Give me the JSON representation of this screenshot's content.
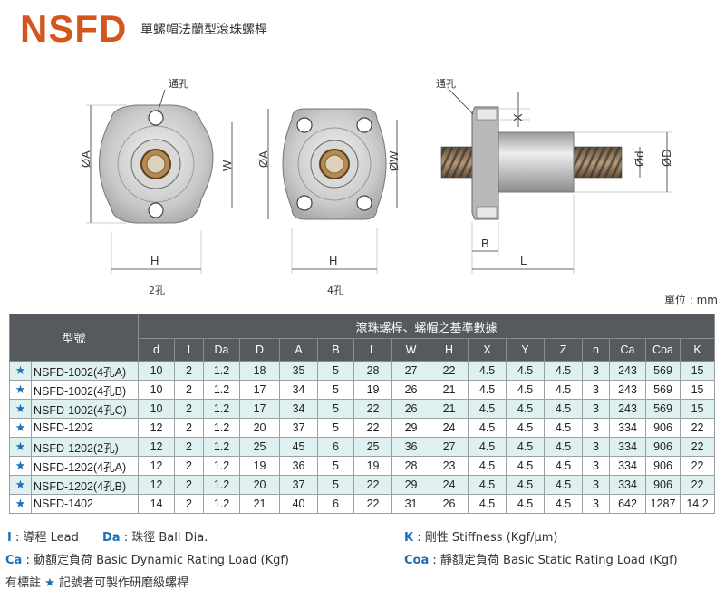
{
  "header": {
    "brand": "NSFD",
    "subtitle": "單螺帽法蘭型滾珠螺桿"
  },
  "drawings": {
    "callout_hole": "通孔",
    "dim_A": "ØA",
    "dim_W": "W",
    "dim_W_round": "ØW",
    "dim_H": "H",
    "dim_X": "X",
    "dim_d": "Ød",
    "dim_D": "ØD",
    "dim_B": "B",
    "dim_L": "L",
    "caption_2hole": "2孔",
    "caption_4hole": "4孔"
  },
  "unit_label": "單位 : mm",
  "table": {
    "model_header": "型號",
    "group_header": "滾珠螺桿、螺帽之基準數據",
    "columns": [
      "d",
      "I",
      "Da",
      "D",
      "A",
      "B",
      "L",
      "W",
      "H",
      "X",
      "Y",
      "Z",
      "n",
      "Ca",
      "Coa",
      "K"
    ],
    "star_symbol": "★",
    "rows": [
      {
        "model": "NSFD-1002(4孔A)",
        "values": [
          "10",
          "2",
          "1.2",
          "18",
          "35",
          "5",
          "28",
          "27",
          "22",
          "4.5",
          "4.5",
          "4.5",
          "3",
          "243",
          "569",
          "15"
        ]
      },
      {
        "model": "NSFD-1002(4孔B)",
        "values": [
          "10",
          "2",
          "1.2",
          "17",
          "34",
          "5",
          "19",
          "26",
          "21",
          "4.5",
          "4.5",
          "4.5",
          "3",
          "243",
          "569",
          "15"
        ]
      },
      {
        "model": "NSFD-1002(4孔C)",
        "values": [
          "10",
          "2",
          "1.2",
          "17",
          "34",
          "5",
          "22",
          "26",
          "21",
          "4.5",
          "4.5",
          "4.5",
          "3",
          "243",
          "569",
          "15"
        ]
      },
      {
        "model": "NSFD-1202",
        "values": [
          "12",
          "2",
          "1.2",
          "20",
          "37",
          "5",
          "22",
          "29",
          "24",
          "4.5",
          "4.5",
          "4.5",
          "3",
          "334",
          "906",
          "22"
        ]
      },
      {
        "model": "NSFD-1202(2孔)",
        "values": [
          "12",
          "2",
          "1.2",
          "25",
          "45",
          "6",
          "25",
          "36",
          "27",
          "4.5",
          "4.5",
          "4.5",
          "3",
          "334",
          "906",
          "22"
        ]
      },
      {
        "model": "NSFD-1202(4孔A)",
        "values": [
          "12",
          "2",
          "1.2",
          "19",
          "36",
          "5",
          "19",
          "28",
          "23",
          "4.5",
          "4.5",
          "4.5",
          "3",
          "334",
          "906",
          "22"
        ]
      },
      {
        "model": "NSFD-1202(4孔B)",
        "values": [
          "12",
          "2",
          "1.2",
          "20",
          "37",
          "5",
          "22",
          "29",
          "24",
          "4.5",
          "4.5",
          "4.5",
          "3",
          "334",
          "906",
          "22"
        ]
      },
      {
        "model": "NSFD-1402",
        "values": [
          "14",
          "2",
          "1.2",
          "21",
          "40",
          "6",
          "22",
          "31",
          "26",
          "4.5",
          "4.5",
          "4.5",
          "3",
          "642",
          "1287",
          "14.2"
        ]
      }
    ]
  },
  "legend": {
    "I_key": "I",
    "I_text": ": 導程 Lead",
    "Da_key": "Da",
    "Da_text": ": 珠徑 Ball Dia.",
    "K_key": "K",
    "K_text": ": 剛性 Stiffness (Kgf/μm)",
    "Ca_key": "Ca",
    "Ca_text": ": 動額定負荷 Basic Dynamic Rating Load (Kgf)",
    "Coa_key": "Coa",
    "Coa_text": ": 靜額定負荷 Basic Static Rating Load (Kgf)",
    "note_prefix": "有標註",
    "note_star": "★",
    "note_text": "記號者可製作研磨級螺桿"
  },
  "colors": {
    "brand": "#d2561e",
    "header_bg": "#56595e",
    "row_alt": "#dff0f0",
    "accent_blue": "#1d6fb8"
  }
}
